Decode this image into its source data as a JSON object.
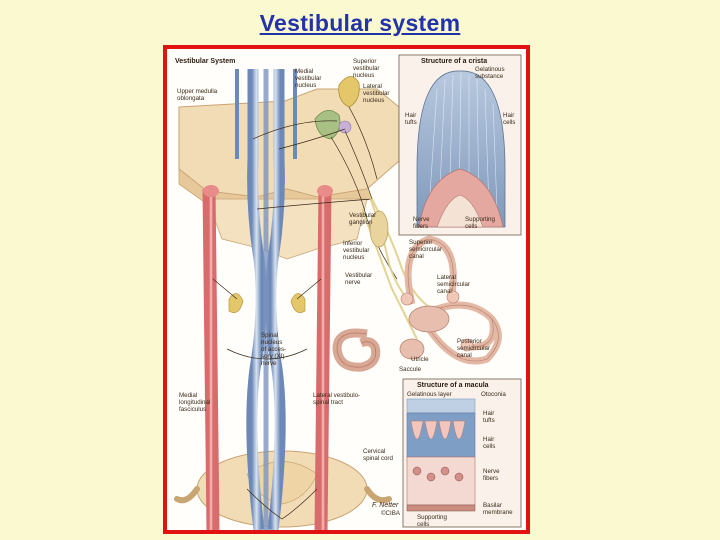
{
  "title": "Vestibular system",
  "figure": {
    "main_heading": "Vestibular System",
    "crista_heading": "Structure of a crista",
    "macula_heading": "Structure of a macula",
    "labels": {
      "upper_medulla_1": "Upper medulla",
      "upper_medulla_2": "oblongata",
      "medial_1": "Medial",
      "medial_2": "vestibular",
      "medial_3": "nucleus",
      "superior_1": "Superior",
      "superior_2": "vestibular",
      "superior_3": "nucleus",
      "lateral_1": "Lateral",
      "lateral_2": "vestibular",
      "lateral_3": "nucleus",
      "gelatinous_1": "Gelatinous",
      "gelatinous_2": "substance",
      "hair_tufts_1": "Hair",
      "hair_tufts_2": "tufts",
      "hair_cells_1": "Hair",
      "hair_cells_2": "cells",
      "nerve_fibers_1": "Nerve",
      "nerve_fibers_2": "fibers",
      "supporting_1": "Supporting",
      "supporting_2": "cells",
      "ganglion_1": "Vestibular",
      "ganglion_2": "ganglion",
      "inferior_1": "Inferior",
      "inferior_2": "vestibular",
      "inferior_3": "nucleus",
      "sup_canal_1": "Superior",
      "sup_canal_2": "semicircular",
      "sup_canal_3": "canal",
      "vest_nerve_1": "Vestibular",
      "vest_nerve_2": "nerve",
      "lat_canal_1": "Lateral",
      "lat_canal_2": "semicircular",
      "lat_canal_3": "canal",
      "spinal_1": "Spinal",
      "spinal_2": "nucleus",
      "spinal_3": "of acces-",
      "spinal_4": "sory (XI)",
      "spinal_5": "nerve",
      "post_canal_1": "Posterior",
      "post_canal_2": "semicircular",
      "post_canal_3": "canal",
      "utricle": "Utricle",
      "saccule": "Saccule",
      "mlf_1": "Medial",
      "mlf_2": "longitudinal",
      "mlf_3": "fasciculus",
      "lvst_1": "Lateral vestibulo-",
      "lvst_2": "spinal tract",
      "cervical_1": "Cervical",
      "cervical_2": "spinal cord",
      "gel_layer": "Gelatinous layer",
      "otoconia": "Otoconia",
      "m_hair_tufts_1": "Hair",
      "m_hair_tufts_2": "tufts",
      "m_hair_cells_1": "Hair",
      "m_hair_cells_2": "cells",
      "m_nerve_1": "Nerve",
      "m_nerve_2": "fibers",
      "m_support_1": "Supporting",
      "m_support_2": "cells",
      "basilar_1": "Basilar",
      "basilar_2": "membrane",
      "signature_1": "F. Netter",
      "signature_2": "©CIBA"
    },
    "colors": {
      "brainstem": "#f2dcb6",
      "tract_red": "#e68a8a",
      "tract_blue": "#8ea7cc",
      "nucleus_green": "#a8c083",
      "nucleus_yellow": "#e3c76a",
      "nerve_yellow": "#e0cf8a",
      "labyrinth": "#e3b8a5",
      "crista_blue": "#8fa9c9",
      "macula_blue": "#7e9ec6"
    }
  }
}
